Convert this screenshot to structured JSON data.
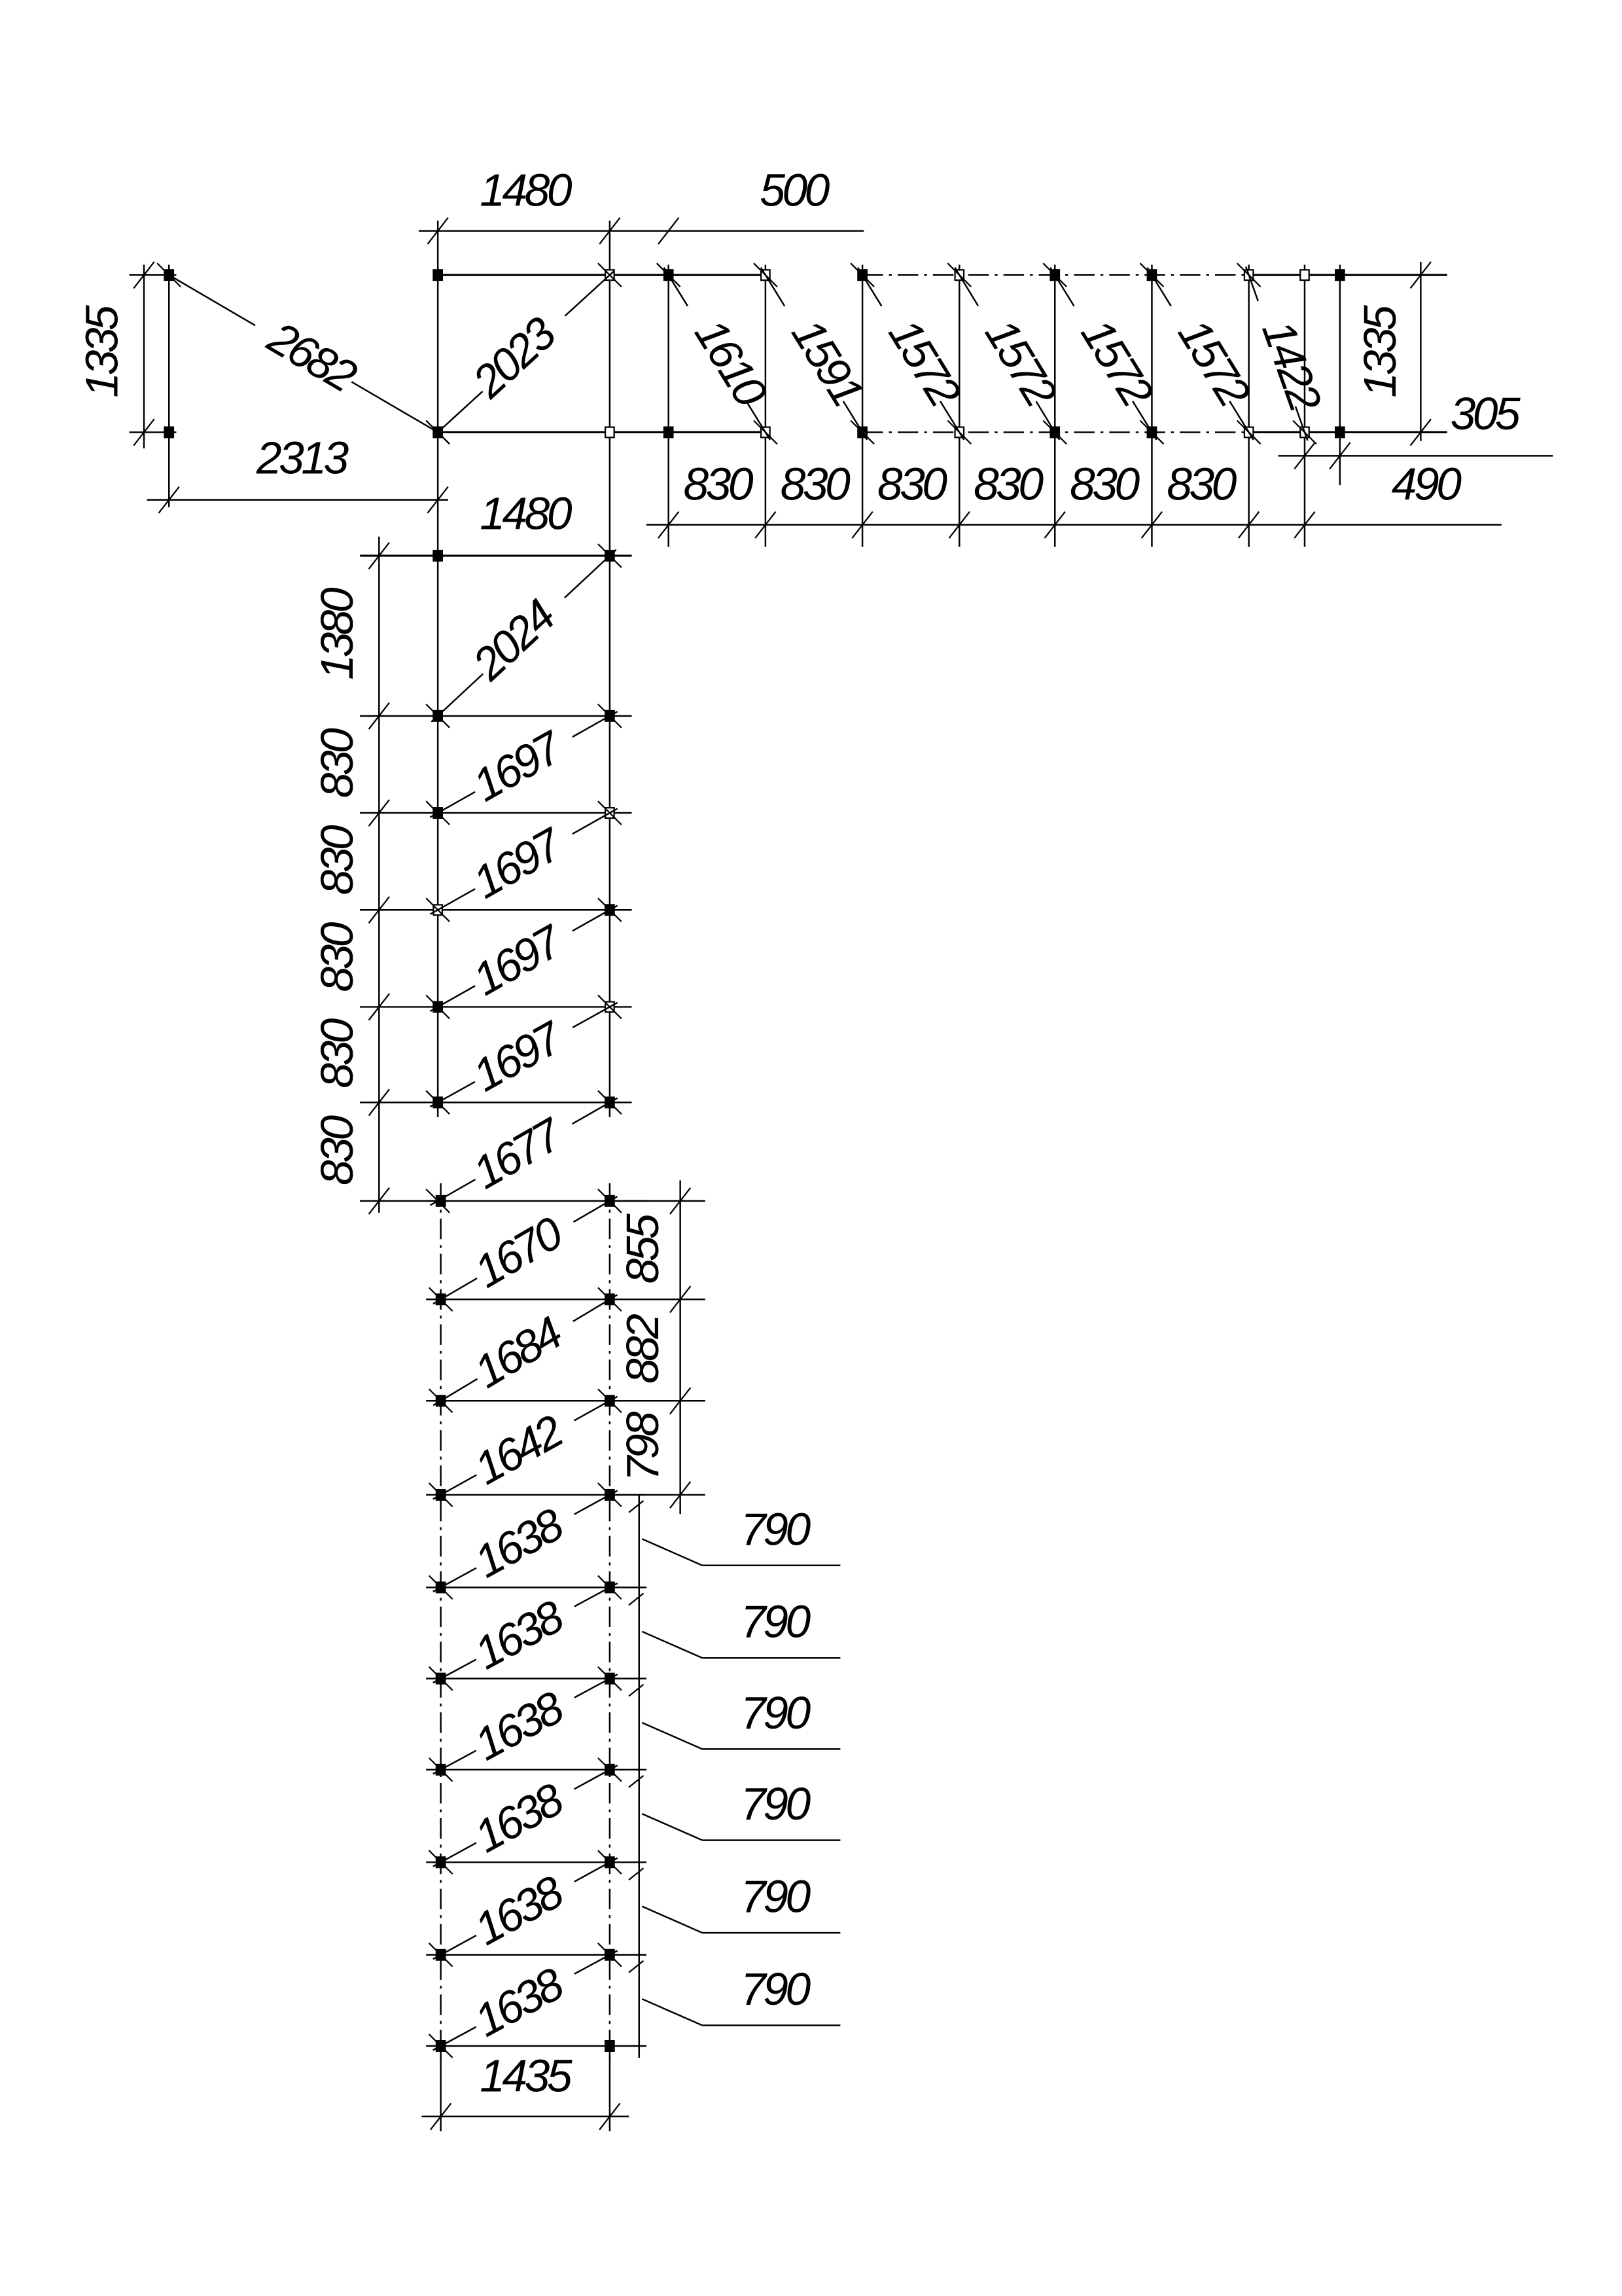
{
  "top": {
    "left_height": "1335",
    "left_diagonal": "2682",
    "left_width": "2313",
    "square_width_top": "1480",
    "square_diagonal": "2023",
    "offset": "500",
    "square_width_bottom": "1480"
  },
  "row": {
    "diagonals": [
      "1610",
      "1591",
      "1572",
      "1572",
      "1572",
      "1572",
      "1422"
    ],
    "spacings": [
      "830",
      "830",
      "830",
      "830",
      "830",
      "830"
    ],
    "right_height": "1335",
    "offset": "305",
    "end_width": "490"
  },
  "column": {
    "first_height": "1380",
    "first_diagonal": "2024",
    "spacings": [
      "830",
      "830",
      "830",
      "830",
      "830"
    ],
    "diagonals": [
      "1697",
      "1697",
      "1697",
      "1697",
      "1677"
    ]
  },
  "lower": {
    "diagonals": [
      "1670",
      "1684",
      "1642",
      "1638",
      "1638",
      "1638",
      "1638",
      "1638",
      "1638"
    ],
    "spacings": [
      "855",
      "882",
      "798"
    ],
    "leader_labels": [
      "790",
      "790",
      "790",
      "790",
      "790",
      "790"
    ],
    "bottom_width": "1435"
  }
}
